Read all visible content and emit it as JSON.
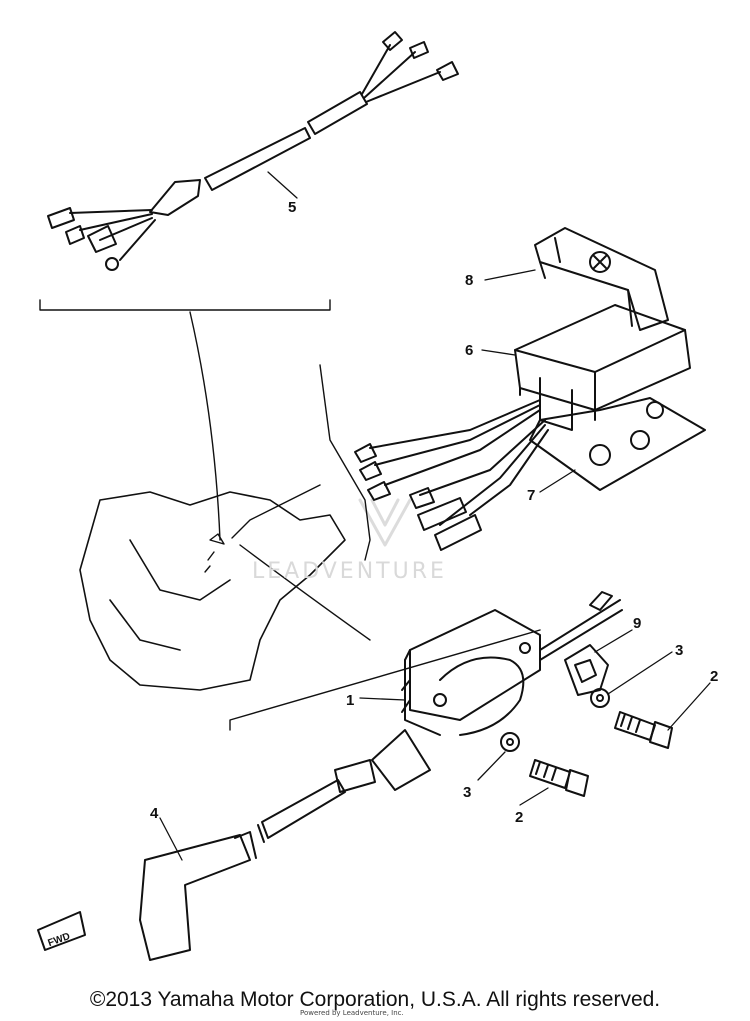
{
  "labels": {
    "p1": "1",
    "p2a": "2",
    "p2b": "2",
    "p3a": "3",
    "p3b": "3",
    "p4": "4",
    "p5": "5",
    "p6": "6",
    "p7": "7",
    "p8": "8",
    "p9": "9"
  },
  "fwd_label": "FWD",
  "watermark": "LEADVENTURE",
  "copyright": "©2013 Yamaha Motor Corporation, U.S.A. All rights reserved.",
  "copyright_sub": "Powered by Leadventure, Inc."
}
